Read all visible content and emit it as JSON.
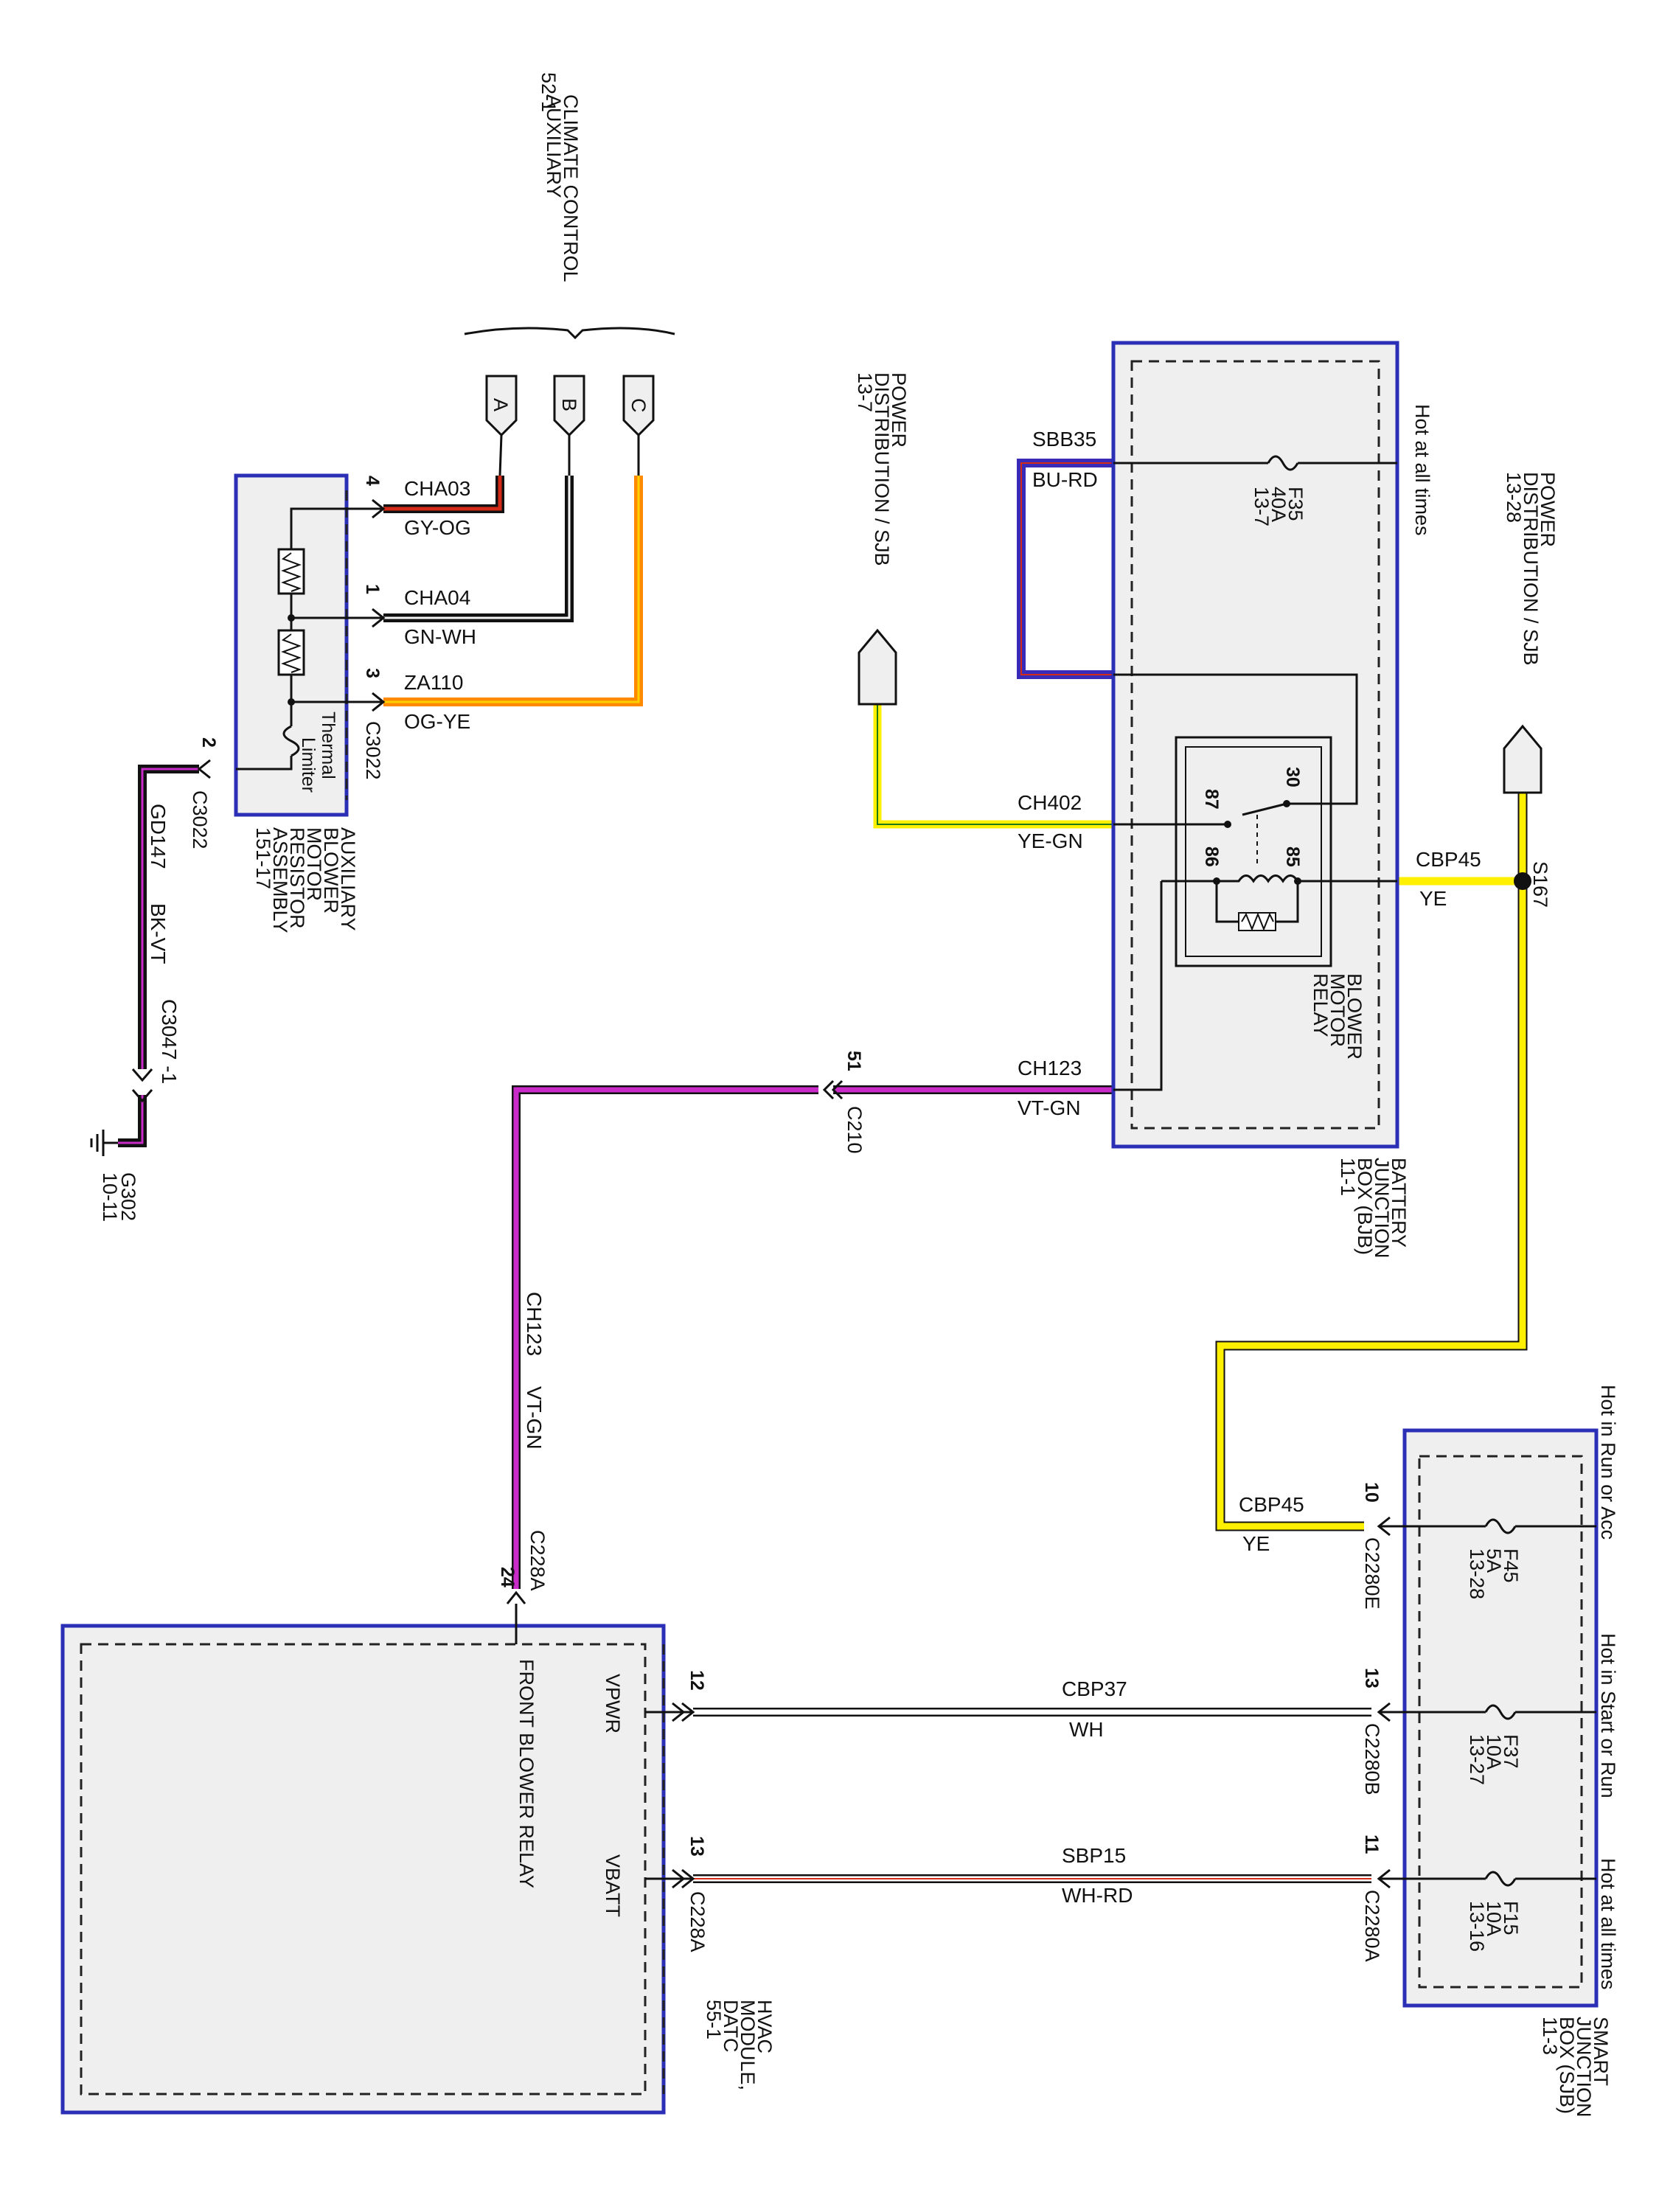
{
  "colors": {
    "module_border": "#2b2fb5",
    "module_fill": "#efefef",
    "yellow": "#ffef00",
    "magenta": "#c82bc8",
    "blue": "#3a2ab8",
    "orange": "#ff8a00",
    "red": "#d42a18",
    "black": "#111111"
  },
  "top_modules": {
    "aux_climate": [
      "AUXILIARY",
      "CLIMATE CONTROL",
      "52-1"
    ],
    "power_dist_left": [
      "POWER",
      "DISTRIBUTION / SJB",
      "13-7"
    ],
    "power_dist_right": [
      "POWER",
      "DISTRIBUTION / SJB",
      "13-28"
    ]
  },
  "aux_connector_pins": [
    "A",
    "B",
    "C"
  ],
  "aux_resistor": {
    "title": [
      "AUXILIARY",
      "BLOWER",
      "MOTOR",
      "RESISTOR",
      "ASSEMBLY",
      "151-17"
    ],
    "thermal": [
      "Thermal",
      "Limiter"
    ],
    "connector": "C3022",
    "pins": [
      "4",
      "1",
      "3",
      "2"
    ]
  },
  "wires": {
    "cha03": {
      "circuit": "CHA03",
      "color": "GY-OG"
    },
    "cha04": {
      "circuit": "CHA04",
      "color": "GN-WH"
    },
    "za110": {
      "circuit": "ZA110",
      "color": "OG-YE"
    },
    "gd147": {
      "circuit": "GD147",
      "color": "BK-VT"
    },
    "sbb35": {
      "circuit": "SBB35",
      "color": "BU-RD"
    },
    "ch402": {
      "circuit": "CH402",
      "color": "YE-GN"
    },
    "cbp45_top": {
      "circuit": "CBP45",
      "color": "YE"
    },
    "ch123_top": {
      "circuit": "CH123",
      "color": "VT-GN"
    },
    "ch123_side": {
      "circuit": "CH123",
      "color": "VT-GN"
    },
    "cbp45_low": {
      "circuit": "CBP45",
      "color": "YE"
    },
    "cbp37": {
      "circuit": "CBP37",
      "color": "WH"
    },
    "sbp15": {
      "circuit": "SBP15",
      "color": "WH-RD"
    }
  },
  "ground": {
    "c3047": "C3047 -1",
    "g302": [
      "G302",
      "10-11"
    ],
    "c3022_pin": "2",
    "c3022": "C3022"
  },
  "battery_jb": {
    "title": [
      "BATTERY",
      "JUNCTION",
      "BOX (BJB)",
      "11-1"
    ],
    "hot": "Hot at all times",
    "fuse": [
      "F35",
      "40A",
      "13-7"
    ],
    "relay_title": [
      "BLOWER",
      "MOTOR",
      "RELAY"
    ],
    "relay_pins": [
      "30",
      "87",
      "86",
      "85"
    ]
  },
  "splice": "S167",
  "c210": {
    "pin": "51",
    "name": "C210"
  },
  "smart_jb": {
    "title": [
      "SMART",
      "JUNCTION",
      "BOX (SJB)",
      "11-3"
    ],
    "hots": [
      "Hot in Run or Acc",
      "Hot in Start or Run",
      "Hot at all times"
    ],
    "fuses": [
      [
        "F45",
        "5A",
        "13-28"
      ],
      [
        "F37",
        "10A",
        "13-27"
      ],
      [
        "F15",
        "10A",
        "13-16"
      ]
    ],
    "pins": [
      "10",
      "13",
      "11"
    ],
    "connectors": [
      "C2280E",
      "C2280B",
      "C2280A"
    ]
  },
  "hvac": {
    "title": [
      "HVAC",
      "MODULE,",
      "DATC",
      "55-1"
    ],
    "front_relay": "FRONT BLOWER RELAY",
    "vpwr": "VPWR",
    "vbatt": "VBATT",
    "pins": [
      "24",
      "12",
      "13"
    ],
    "connectors": [
      "C228A",
      "C228A"
    ]
  }
}
